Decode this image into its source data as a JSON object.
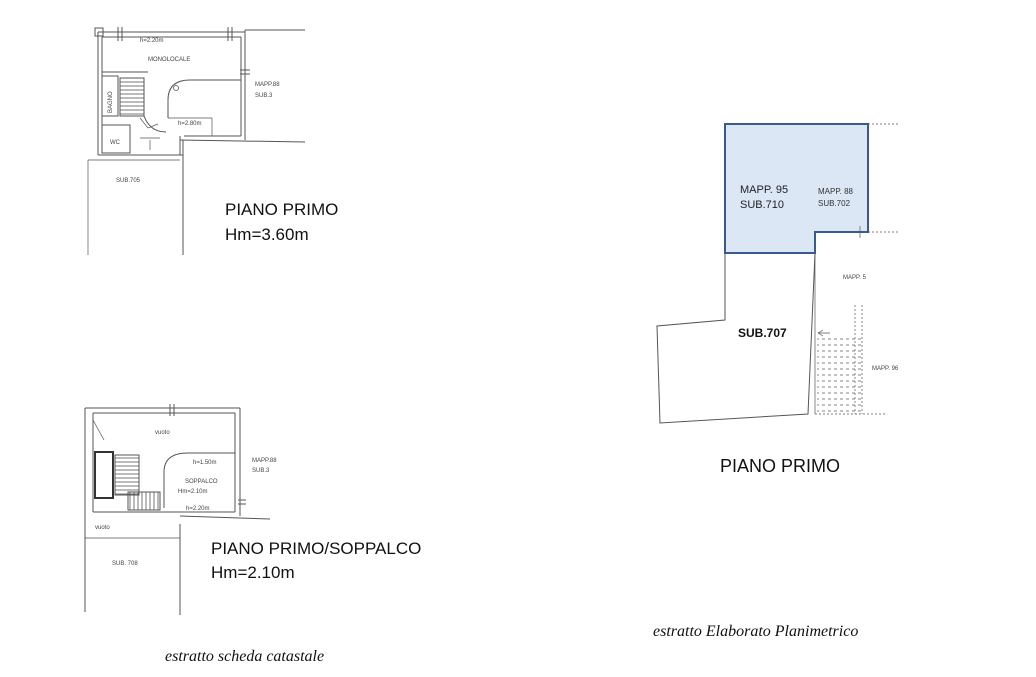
{
  "colors": {
    "highlight_fill": "#dbe7f4",
    "highlight_stroke": "#3b5a8c",
    "line": "#555555"
  },
  "scheda_piano_primo": {
    "h_top": "h=2.20m",
    "room_label": "MONOLOCALE",
    "neighbor_mapp": "MAPP.88",
    "neighbor_sub": "SUB.3",
    "bathroom_label": "BAGNO",
    "h_mid": "h=2.80m",
    "wc_label": "WC",
    "below_sub": "SUB.705",
    "title": "PIANO PRIMO",
    "height": "Hm=3.60m"
  },
  "scheda_soppalco": {
    "void_top": "vuoto",
    "h_a": "h=1.50m",
    "neighbor_mapp": "MAPP.88",
    "neighbor_sub": "SUB.3",
    "mezzanine_label": "SOPPALCO",
    "mezzanine_height": "Hm=2.10m",
    "h_b": "h=2.20m",
    "void_bottom": "vuoto",
    "below_sub": "SUB. 708",
    "title": "PIANO PRIMO/SOPPALCO",
    "height": "Hm=2.10m"
  },
  "elaborato": {
    "unit_mapp": "MAPP. 95",
    "unit_sub": "SUB.710",
    "neighbor_mapp": "MAPP. 88",
    "neighbor_sub": "SUB.702",
    "mapp5": "MAPP. 5",
    "common_sub": "SUB.707",
    "mapp96": "MAPP. 96",
    "title": "PIANO PRIMO"
  },
  "captions": {
    "left": "estratto scheda catastale",
    "right": "estratto Elaborato Planimetrico"
  }
}
